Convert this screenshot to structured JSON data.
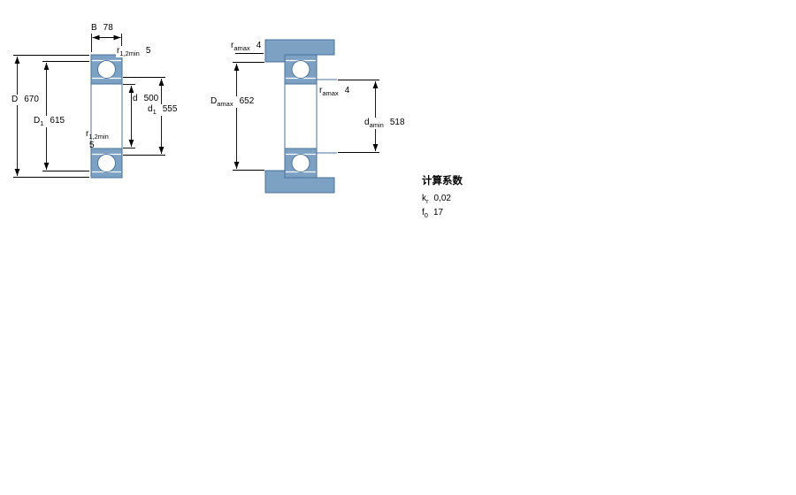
{
  "left_view": {
    "B": {
      "label": "B",
      "value": "78"
    },
    "r12_top": {
      "label": "r",
      "sub": "1,2min",
      "value": "5"
    },
    "D": {
      "label": "D",
      "value": "670"
    },
    "D1": {
      "label": "D",
      "sub": "1",
      "value": "615"
    },
    "d": {
      "label": "d",
      "value": "500"
    },
    "d1": {
      "label": "d",
      "sub": "1",
      "value": "555"
    },
    "r12_bottom": {
      "label": "r",
      "sub": "1,2min",
      "value": "5"
    }
  },
  "right_view": {
    "ra_top": {
      "label": "r",
      "sub": "amax",
      "value": "4"
    },
    "Da": {
      "label": "D",
      "sub": "amax",
      "value": "652"
    },
    "ra_mid": {
      "label": "r",
      "sub": "amax",
      "value": "4"
    },
    "da": {
      "label": "d",
      "sub": "amin",
      "value": "518"
    }
  },
  "factors": {
    "title": "计算系数",
    "kr": {
      "label": "k",
      "sub": "r",
      "value": "0,02"
    },
    "f0": {
      "label": "f",
      "sub": "0",
      "value": "17"
    }
  },
  "colors": {
    "section_fill": "#7ca1c2",
    "section_line": "#49729e",
    "dimension_line": "#000000"
  }
}
